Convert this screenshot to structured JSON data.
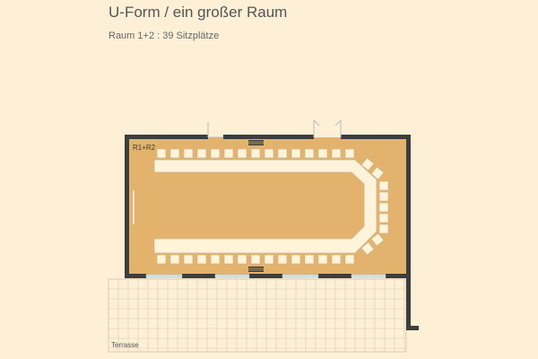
{
  "header": {
    "title": "U-Form / ein großer Raum",
    "subtitle": "Raum 1+2 : 39 Sitzplätze"
  },
  "plan": {
    "room_label": "R1+R2",
    "terrace_label": "Terrasse",
    "seat_count": 39
  },
  "colors": {
    "background": "#fdf0d6",
    "floor": "#e3b36d",
    "wall": "#3d3d3d",
    "table": "#fff3d9",
    "chair": "#fff3d9",
    "chair_stroke": "#c9b48e",
    "window": "#cfe6e8",
    "terrace_grid": "#d9ccb4"
  }
}
